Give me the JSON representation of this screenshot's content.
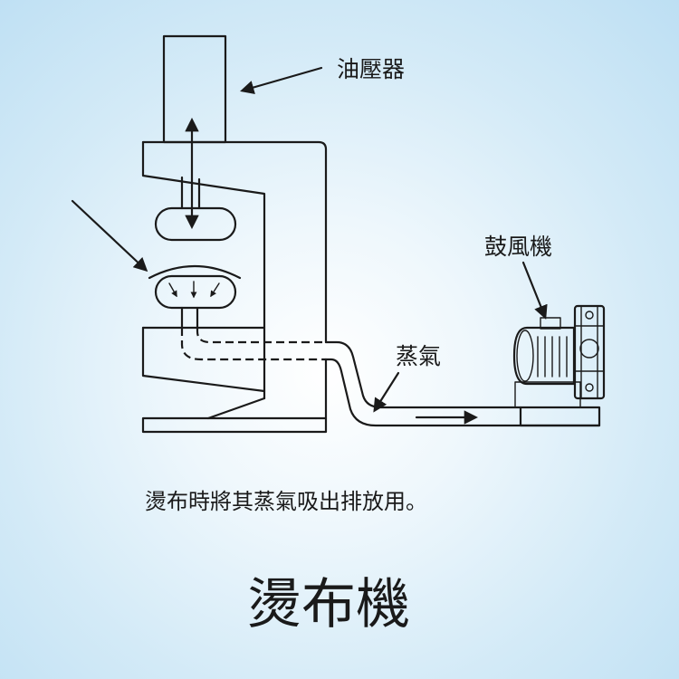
{
  "labels": {
    "hydraulic": "油壓器",
    "blower": "鼓風機",
    "steam": "蒸氣"
  },
  "caption": "燙布時將其蒸氣吸出排放用。",
  "title": "燙布機",
  "colors": {
    "line": "#1a1a1a",
    "background_center": "#ffffff",
    "background_edge": "#bddff3"
  }
}
